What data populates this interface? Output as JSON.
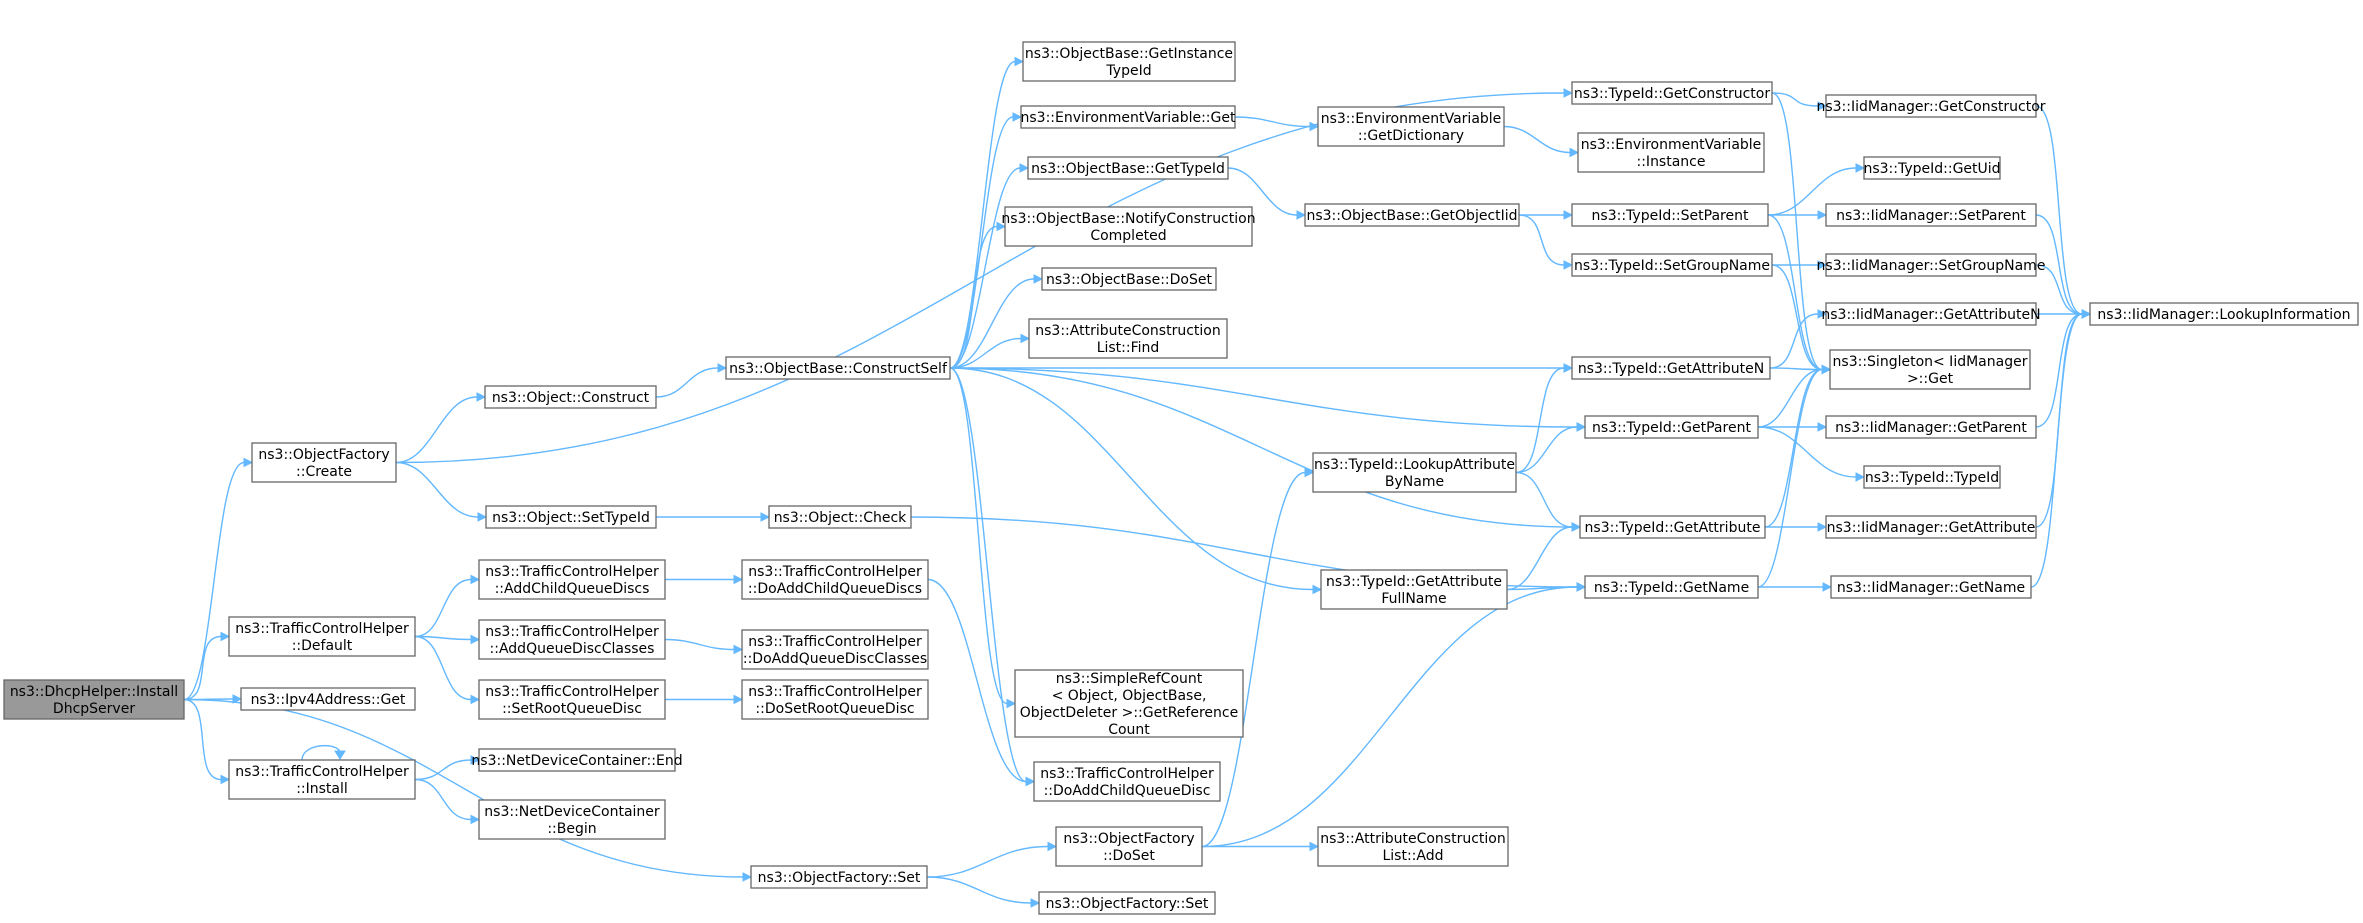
{
  "nodes": [
    {
      "id": "n0",
      "lines": [
        "ns3::DhcpHelper::Install",
        "DhcpServer"
      ],
      "root": true
    },
    {
      "id": "n1",
      "lines": [
        "ns3::ObjectFactory",
        "::Create"
      ]
    },
    {
      "id": "n2",
      "lines": [
        "ns3::TrafficControlHelper",
        "::Default"
      ]
    },
    {
      "id": "n3",
      "lines": [
        "ns3::Ipv4Address::Get"
      ]
    },
    {
      "id": "n4",
      "lines": [
        "ns3::TrafficControlHelper",
        "::Install"
      ]
    },
    {
      "id": "n5",
      "lines": [
        "ns3::ObjectFactory::Set"
      ]
    },
    {
      "id": "n6",
      "lines": [
        "ns3::Object::Construct"
      ]
    },
    {
      "id": "n7",
      "lines": [
        "ns3::Object::SetTypeId"
      ]
    },
    {
      "id": "n8",
      "lines": [
        "ns3::TrafficControlHelper",
        "::AddChildQueueDiscs"
      ]
    },
    {
      "id": "n9",
      "lines": [
        "ns3::TrafficControlHelper",
        "::AddQueueDiscClasses"
      ]
    },
    {
      "id": "n10",
      "lines": [
        "ns3::TrafficControlHelper",
        "::SetRootQueueDisc"
      ]
    },
    {
      "id": "n11",
      "lines": [
        "ns3::NetDeviceContainer::End"
      ]
    },
    {
      "id": "n12",
      "lines": [
        "ns3::NetDeviceContainer",
        "::Begin"
      ]
    },
    {
      "id": "n13",
      "lines": [
        "ns3::ObjectBase::ConstructSelf"
      ]
    },
    {
      "id": "n14",
      "lines": [
        "ns3::Object::Check"
      ]
    },
    {
      "id": "n15",
      "lines": [
        "ns3::TrafficControlHelper",
        "::DoAddChildQueueDiscs"
      ]
    },
    {
      "id": "n16",
      "lines": [
        "ns3::TrafficControlHelper",
        "::DoAddQueueDiscClasses"
      ]
    },
    {
      "id": "n17",
      "lines": [
        "ns3::TrafficControlHelper",
        "::DoSetRootQueueDisc"
      ]
    },
    {
      "id": "n18",
      "lines": [
        "ns3::ObjectBase::GetInstance",
        "TypeId"
      ]
    },
    {
      "id": "n19",
      "lines": [
        "ns3::EnvironmentVariable::Get"
      ]
    },
    {
      "id": "n20",
      "lines": [
        "ns3::ObjectBase::GetTypeId"
      ]
    },
    {
      "id": "n21",
      "lines": [
        "ns3::ObjectBase::NotifyConstruction",
        "Completed"
      ]
    },
    {
      "id": "n22",
      "lines": [
        "ns3::ObjectBase::DoSet"
      ]
    },
    {
      "id": "n23",
      "lines": [
        "ns3::AttributeConstruction",
        "List::Find"
      ]
    },
    {
      "id": "n24",
      "lines": [
        "ns3::SimpleRefCount",
        "< Object, ObjectBase,",
        "ObjectDeleter >::GetReference",
        "Count"
      ]
    },
    {
      "id": "n25",
      "lines": [
        "ns3::TrafficControlHelper",
        "::DoAddChildQueueDisc"
      ]
    },
    {
      "id": "n26",
      "lines": [
        "ns3::ObjectFactory",
        "::DoSet"
      ]
    },
    {
      "id": "n27",
      "lines": [
        "ns3::ObjectFactory::Set"
      ]
    },
    {
      "id": "n28",
      "lines": [
        "ns3::EnvironmentVariable",
        "::GetDictionary"
      ]
    },
    {
      "id": "n29",
      "lines": [
        "ns3::ObjectBase::GetObjectIid"
      ]
    },
    {
      "id": "n30",
      "lines": [
        "ns3::TypeId::LookupAttribute",
        "ByName"
      ]
    },
    {
      "id": "n31",
      "lines": [
        "ns3::TypeId::GetAttribute",
        "FullName"
      ]
    },
    {
      "id": "n32",
      "lines": [
        "ns3::AttributeConstruction",
        "List::Add"
      ]
    },
    {
      "id": "n33",
      "lines": [
        "ns3::TypeId::GetConstructor"
      ]
    },
    {
      "id": "n34",
      "lines": [
        "ns3::EnvironmentVariable",
        "::Instance"
      ]
    },
    {
      "id": "n35",
      "lines": [
        "ns3::TypeId::SetParent"
      ]
    },
    {
      "id": "n36",
      "lines": [
        "ns3::TypeId::SetGroupName"
      ]
    },
    {
      "id": "n37",
      "lines": [
        "ns3::TypeId::GetAttributeN"
      ]
    },
    {
      "id": "n38",
      "lines": [
        "ns3::TypeId::GetParent"
      ]
    },
    {
      "id": "n39",
      "lines": [
        "ns3::TypeId::GetAttribute"
      ]
    },
    {
      "id": "n40",
      "lines": [
        "ns3::TypeId::GetName"
      ]
    },
    {
      "id": "n41",
      "lines": [
        "ns3::IidManager::GetConstructor"
      ]
    },
    {
      "id": "n42",
      "lines": [
        "ns3::TypeId::GetUid"
      ]
    },
    {
      "id": "n43",
      "lines": [
        "ns3::IidManager::SetParent"
      ]
    },
    {
      "id": "n44",
      "lines": [
        "ns3::IidManager::SetGroupName"
      ]
    },
    {
      "id": "n45",
      "lines": [
        "ns3::IidManager::GetAttributeN"
      ]
    },
    {
      "id": "n46",
      "lines": [
        "ns3::Singleton< IidManager",
        ">::Get"
      ]
    },
    {
      "id": "n47",
      "lines": [
        "ns3::IidManager::GetParent"
      ]
    },
    {
      "id": "n48",
      "lines": [
        "ns3::TypeId::TypeId"
      ]
    },
    {
      "id": "n49",
      "lines": [
        "ns3::IidManager::GetAttribute"
      ]
    },
    {
      "id": "n50",
      "lines": [
        "ns3::IidManager::GetName"
      ]
    },
    {
      "id": "n51",
      "lines": [
        "ns3::IidManager::LookupInformation"
      ]
    }
  ],
  "edges": [
    [
      "n0",
      "n1"
    ],
    [
      "n0",
      "n2"
    ],
    [
      "n0",
      "n3"
    ],
    [
      "n0",
      "n4"
    ],
    [
      "n0",
      "n5"
    ],
    [
      "n1",
      "n33"
    ],
    [
      "n1",
      "n6"
    ],
    [
      "n1",
      "n7"
    ],
    [
      "n2",
      "n8"
    ],
    [
      "n2",
      "n9"
    ],
    [
      "n2",
      "n10"
    ],
    [
      "n4",
      "n4"
    ],
    [
      "n4",
      "n11"
    ],
    [
      "n4",
      "n12"
    ],
    [
      "n5",
      "n26"
    ],
    [
      "n5",
      "n27"
    ],
    [
      "n6",
      "n13"
    ],
    [
      "n7",
      "n14"
    ],
    [
      "n8",
      "n15"
    ],
    [
      "n9",
      "n16"
    ],
    [
      "n10",
      "n17"
    ],
    [
      "n13",
      "n18"
    ],
    [
      "n13",
      "n19"
    ],
    [
      "n13",
      "n20"
    ],
    [
      "n13",
      "n21"
    ],
    [
      "n13",
      "n22"
    ],
    [
      "n13",
      "n23"
    ],
    [
      "n13",
      "n24"
    ],
    [
      "n13",
      "n37"
    ],
    [
      "n13",
      "n38"
    ],
    [
      "n13",
      "n39"
    ],
    [
      "n13",
      "n31"
    ],
    [
      "n13",
      "n25"
    ],
    [
      "n14",
      "n40"
    ],
    [
      "n15",
      "n25"
    ],
    [
      "n19",
      "n28"
    ],
    [
      "n28",
      "n34"
    ],
    [
      "n20",
      "n29"
    ],
    [
      "n29",
      "n35"
    ],
    [
      "n29",
      "n36"
    ],
    [
      "n26",
      "n30"
    ],
    [
      "n26",
      "n32"
    ],
    [
      "n26",
      "n40"
    ],
    [
      "n30",
      "n37"
    ],
    [
      "n30",
      "n38"
    ],
    [
      "n30",
      "n39"
    ],
    [
      "n31",
      "n39"
    ],
    [
      "n31",
      "n40"
    ],
    [
      "n33",
      "n41"
    ],
    [
      "n33",
      "n46"
    ],
    [
      "n35",
      "n42"
    ],
    [
      "n35",
      "n43"
    ],
    [
      "n35",
      "n46"
    ],
    [
      "n36",
      "n44"
    ],
    [
      "n36",
      "n46"
    ],
    [
      "n37",
      "n45"
    ],
    [
      "n37",
      "n46"
    ],
    [
      "n38",
      "n47"
    ],
    [
      "n38",
      "n48"
    ],
    [
      "n38",
      "n46"
    ],
    [
      "n39",
      "n49"
    ],
    [
      "n39",
      "n46"
    ],
    [
      "n40",
      "n50"
    ],
    [
      "n40",
      "n46"
    ],
    [
      "n41",
      "n51"
    ],
    [
      "n43",
      "n51"
    ],
    [
      "n44",
      "n51"
    ],
    [
      "n45",
      "n51"
    ],
    [
      "n47",
      "n51"
    ],
    [
      "n49",
      "n51"
    ],
    [
      "n50",
      "n51"
    ]
  ]
}
